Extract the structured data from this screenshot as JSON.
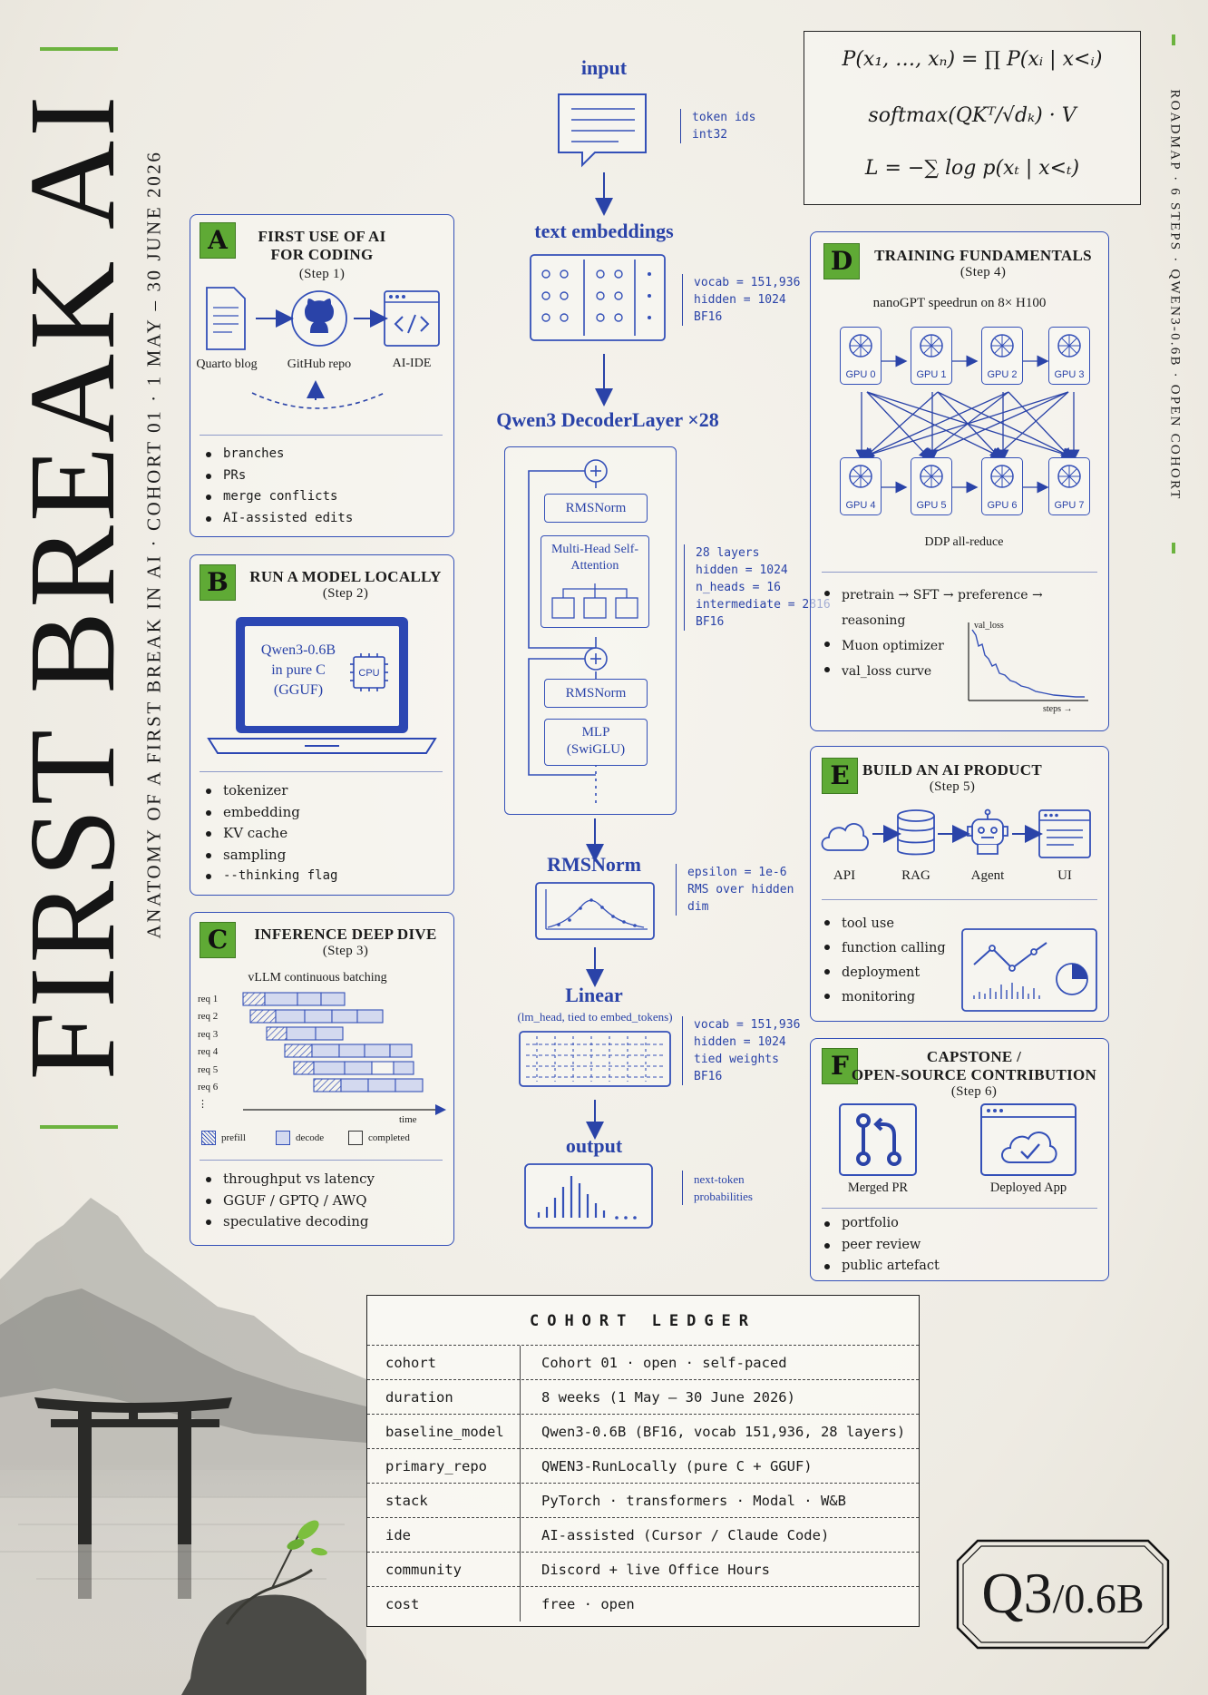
{
  "title": "FIRST BREAK AI",
  "subtitle": "ANATOMY OF A FIRST BREAK IN AI · COHORT 01 · 1 MAY – 30 JUNE 2026",
  "right_vertical": "ROADMAP · 6 STEPS · QWEN3-0.6B · OPEN COHORT",
  "formulas": [
    "P(x₁, …, xₙ) = ∏ P(xᵢ | x<ᵢ)",
    "softmax(QKᵀ/√dₖ) · V",
    "L = −∑ log p(xₜ | x<ₜ)"
  ],
  "pipeline": {
    "input": {
      "title": "input",
      "notes": [
        "token ids",
        "int32"
      ]
    },
    "embeddings": {
      "title": "text embeddings",
      "notes": [
        "vocab = 151,936",
        "hidden = 1024",
        "BF16"
      ]
    },
    "decoder": {
      "title": "Qwen3 DecoderLayer ×28",
      "rmsnorm1": "RMSNorm",
      "attn": "Multi-Head Self-Attention",
      "rmsnorm2": "RMSNorm",
      "mlp": "MLP (SwiGLU)",
      "notes": [
        "28 layers",
        "hidden = 1024",
        "n_heads = 16",
        "intermediate = 2816",
        "BF16"
      ]
    },
    "rmsnorm": {
      "title": "RMSNorm",
      "notes": [
        "epsilon = 1e-6",
        "RMS over hidden",
        "dim"
      ]
    },
    "linear": {
      "title": "Linear",
      "subtitle": "(lm_head, tied to embed_tokens)",
      "notes": [
        "vocab = 151,936",
        "hidden = 1024",
        "tied weights",
        "BF16"
      ]
    },
    "output": {
      "title": "output",
      "notes": [
        "next-token",
        "probabilities"
      ]
    }
  },
  "cards": {
    "a": {
      "letter": "A",
      "title": "FIRST USE OF AI",
      "title2": "FOR CODING",
      "step": "(Step 1)",
      "icons": [
        "Quarto blog",
        "GitHub repo",
        "AI-IDE"
      ],
      "bullets": [
        "branches",
        "PRs",
        "merge conflicts",
        "AI-assisted edits"
      ]
    },
    "b": {
      "letter": "B",
      "title": "RUN A MODEL LOCALLY",
      "step": "(Step 2)",
      "screen": [
        "Qwen3-0.6B",
        "in pure C",
        "(GGUF)"
      ],
      "chip": "CPU",
      "bullets": [
        "tokenizer",
        "embedding",
        "KV cache",
        "sampling",
        "--thinking flag"
      ]
    },
    "c": {
      "letter": "C",
      "title": "INFERENCE DEEP DIVE",
      "step": "(Step 3)",
      "chart_title": "vLLM continuous batching",
      "reqs": [
        "req 1",
        "req 2",
        "req 3",
        "req 4",
        "req 5",
        "req 6"
      ],
      "time": "time",
      "legend": [
        "prefill",
        "decode",
        "completed"
      ],
      "bullets": [
        "throughput vs latency",
        "GGUF / GPTQ / AWQ",
        "speculative decoding"
      ]
    },
    "d": {
      "letter": "D",
      "title": "TRAINING FUNDAMENTALS",
      "step": "(Step 4)",
      "sub": "nanoGPT speedrun on 8× H100",
      "gpus": [
        "GPU 0",
        "GPU 1",
        "GPU 2",
        "GPU 3",
        "GPU 4",
        "GPU 5",
        "GPU 6",
        "GPU 7"
      ],
      "ddp": "DDP all-reduce",
      "bullets": [
        "pretrain → SFT → preference → reasoning",
        "Muon optimizer",
        "val_loss curve"
      ],
      "curve_y": "val_loss",
      "curve_x": "steps →"
    },
    "e": {
      "letter": "E",
      "title": "BUILD AN AI PRODUCT",
      "step": "(Step 5)",
      "icons": [
        "API",
        "RAG",
        "Agent",
        "UI"
      ],
      "bullets": [
        "tool use",
        "function calling",
        "deployment",
        "monitoring"
      ]
    },
    "f": {
      "letter": "F",
      "title": "CAPSTONE /",
      "title2": "OPEN-SOURCE CONTRIBUTION",
      "step": "(Step 6)",
      "icons": [
        "Merged PR",
        "Deployed App"
      ],
      "bullets": [
        "portfolio",
        "peer review",
        "public artefact"
      ]
    }
  },
  "ledger": {
    "title": "COHORT LEDGER",
    "rows": [
      {
        "k": "cohort",
        "v": "Cohort 01 · open · self-paced"
      },
      {
        "k": "duration",
        "v": "8 weeks (1 May – 30 June 2026)"
      },
      {
        "k": "baseline_model",
        "v": "Qwen3-0.6B  (BF16, vocab 151,936, 28 layers)"
      },
      {
        "k": "primary_repo",
        "v": "QWEN3-RunLocally  (pure C + GGUF)"
      },
      {
        "k": "stack",
        "v": "PyTorch · transformers · Modal · W&B"
      },
      {
        "k": "ide",
        "v": "AI-assisted (Cursor / Claude Code)"
      },
      {
        "k": "community",
        "v": "Discord + live Office Hours"
      },
      {
        "k": "cost",
        "v": "free · open"
      }
    ]
  },
  "badge": {
    "big": "Q3",
    "small": "/0.6B"
  }
}
